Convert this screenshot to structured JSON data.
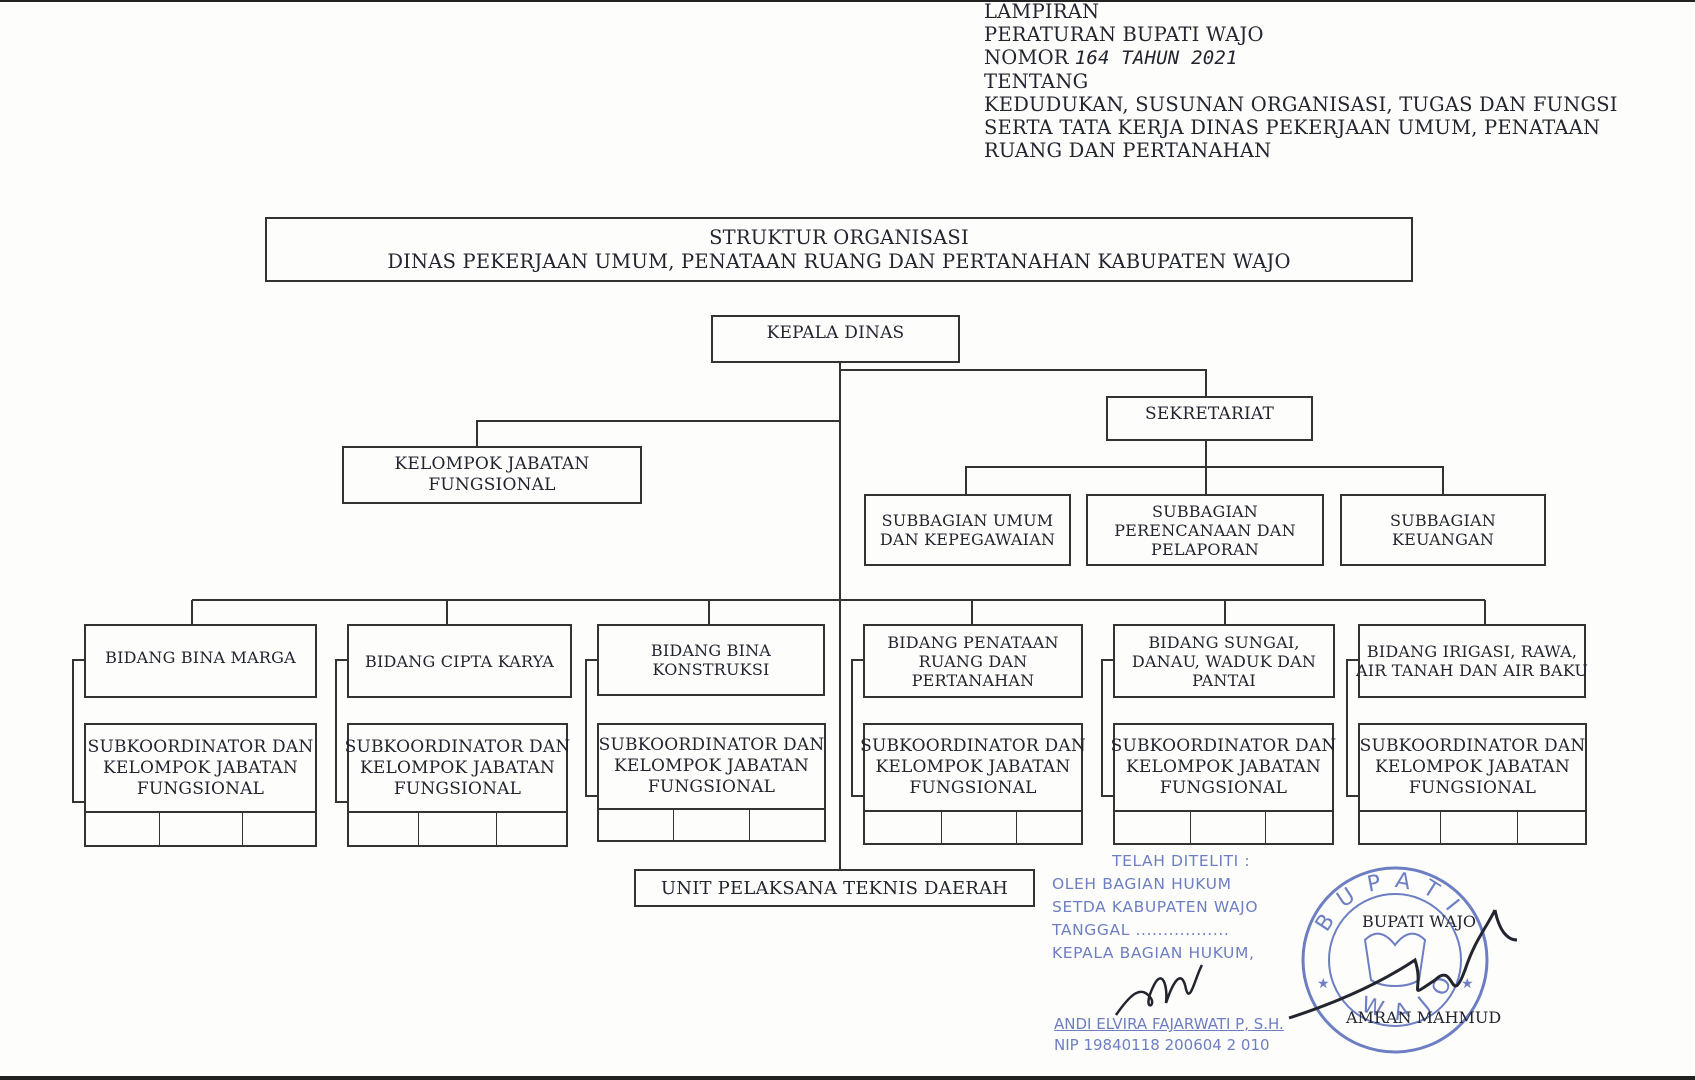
{
  "header": {
    "line1": "LAMPIRAN",
    "line2": "PERATURAN BUPATI WAJO",
    "nomor_label": "NOMOR",
    "nomor_value": "164 TAHUN 2021",
    "line4": "TENTANG",
    "line5": "KEDUDUKAN, SUSUNAN ORGANISASI, TUGAS DAN FUNGSI",
    "line6": "SERTA TATA KERJA DINAS PEKERJAAN UMUM, PENATAAN",
    "line7": "RUANG DAN PERTANAHAN"
  },
  "title": {
    "line1": "STRUKTUR ORGANISASI",
    "line2": "DINAS PEKERJAAN UMUM, PENATAAN RUANG DAN PERTANAHAN KABUPATEN WAJO"
  },
  "kepala": "KEPALA DINAS",
  "sekretariat": "SEKRETARIAT",
  "kelompok": {
    "line1": "KELOMPOK JABATAN",
    "line2": "FUNGSIONAL"
  },
  "subbagian": [
    {
      "line1": "SUBBAGIAN UMUM",
      "line2": "DAN KEPEGAWAIAN"
    },
    {
      "line1": "SUBBAGIAN",
      "line2": "PERENCANAAN DAN",
      "line3": "PELAPORAN"
    },
    {
      "line1": "SUBBAGIAN",
      "line2": "KEUANGAN"
    }
  ],
  "bidang": [
    {
      "line1": "BIDANG BINA MARGA"
    },
    {
      "line1": "BIDANG CIPTA KARYA"
    },
    {
      "line1": "BIDANG BINA",
      "line2": "KONSTRUKSI"
    },
    {
      "line1": "BIDANG PENATAAN",
      "line2": "RUANG DAN",
      "line3": "PERTANAHAN"
    },
    {
      "line1": "BIDANG  SUNGAI,",
      "line2": "DANAU, WADUK DAN",
      "line3": "PANTAI"
    },
    {
      "line1": "BIDANG IRIGASI, RAWA,",
      "line2": "AIR TANAH DAN AIR BAKU"
    }
  ],
  "subkoordinator": {
    "line1": "SUBKOORDINATOR DAN",
    "line2": "KELOMPOK JABATAN",
    "line3": "FUNGSIONAL"
  },
  "uptd": "UNIT PELAKSANA TEKNIS DAERAH",
  "stamp": {
    "line1": "TELAH DITELITI :",
    "line2": "OLEH BAGIAN HUKUM",
    "line3": "SETDA KABUPATEN WAJO",
    "line4": "TANGGAL .................",
    "line5": "KEPALA BAGIAN HUKUM,",
    "name": "ANDI ELVIRA FAJARWATI P, S.H.",
    "nip": "NIP 19840118 200604 2 010"
  },
  "seal": {
    "top_text": "BUPATI",
    "bottom_text": "WAJO"
  },
  "bupati": {
    "title": "BUPATI WAJO",
    "name": "AMRAN MAHMUD"
  },
  "colors": {
    "ink": "#22242e",
    "stamp": "#6d7fc2",
    "paper": "#fdfdfb"
  }
}
